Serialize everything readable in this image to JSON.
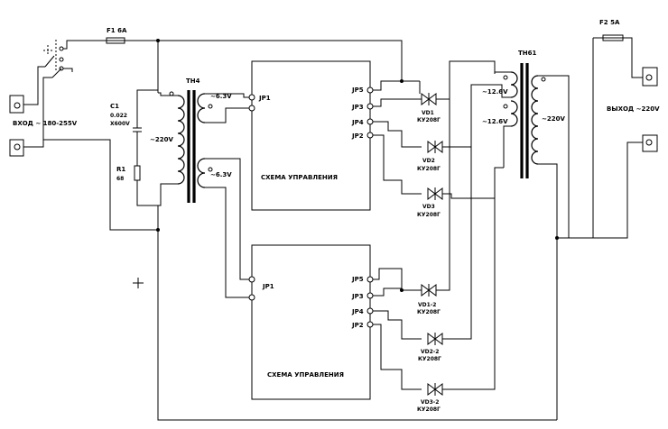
{
  "labels": {
    "input": "ВХОД ~ 180-255V",
    "output": "ВЫХОД ~220V",
    "fuse1": "F1 6A",
    "fuse2": "F2 5A",
    "c1": "C1",
    "c1_value1": "0.022",
    "c1_value2": "X600V",
    "r1": "R1",
    "r1_value": "68",
    "th4": "TH4",
    "th61": "TH61",
    "th4_sec1": "~6.3V",
    "th4_sec2": "~6.3V",
    "th4_primary": "~220V",
    "th61_w1": "~12.6V",
    "th61_w2": "~12.6V",
    "th61_out": "~220V",
    "control_block_1": "СХЕМА УПРАВЛЕНИЯ",
    "control_block_2": "СХЕМА УПРАВЛЕНИЯ",
    "jp1_a": "JP1",
    "jp1_b": "JP1",
    "jp5_a": "JP5",
    "jp3_a": "JP3",
    "jp4_a": "JP4",
    "jp2_a": "JP2",
    "jp5_b": "JP5",
    "jp3_b": "JP3",
    "jp4_b": "JP4",
    "jp2_b": "JP2",
    "vd1": "VD1",
    "vd1_type": "КУ208Г",
    "vd2": "VD2",
    "vd2_type": "КУ208Г",
    "vd3": "VD3",
    "vd3_type": "КУ208Г",
    "vd1_2": "VD1-2",
    "vd1_2_type": "КУ208Г",
    "vd2_2": "VD2-2",
    "vd2_2_type": "КУ208Г",
    "vd3_2": "VD3-2",
    "vd3_2_type": "КУ208Г"
  }
}
